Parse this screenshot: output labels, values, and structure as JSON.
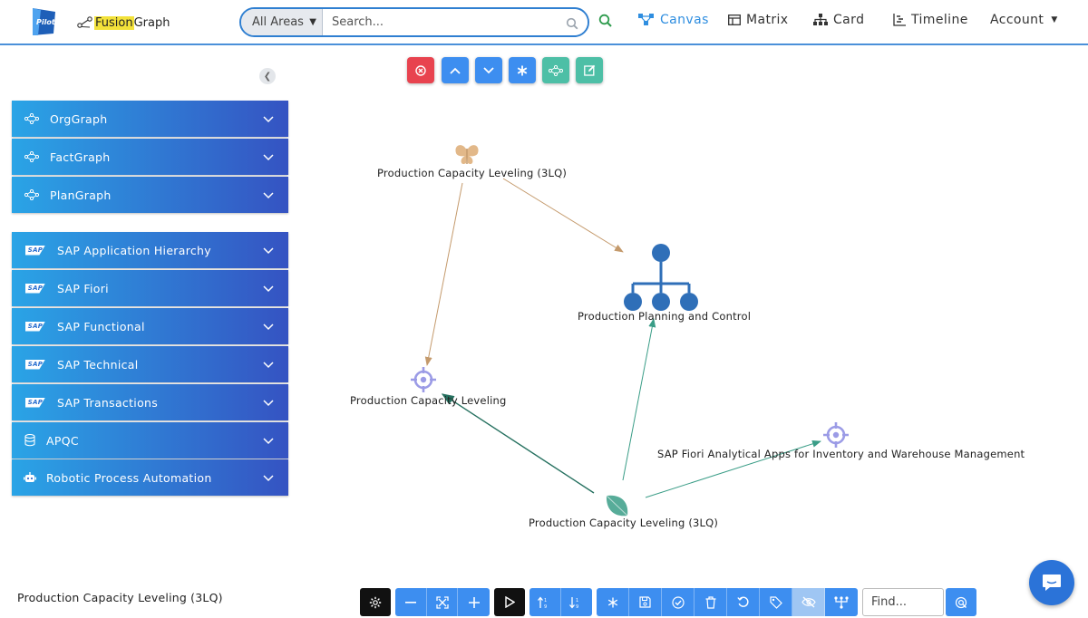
{
  "header": {
    "brand_highlight": "Fusion",
    "brand_rest": "Graph",
    "logo_text": "Pilot",
    "area_select": "All Areas",
    "search_placeholder": "Search...",
    "nav": [
      {
        "label": "Canvas",
        "icon": "canvas-icon",
        "active": true
      },
      {
        "label": "Matrix",
        "icon": "matrix-icon",
        "active": false
      },
      {
        "label": "Card",
        "icon": "card-icon",
        "active": false
      },
      {
        "label": "Timeline",
        "icon": "timeline-icon",
        "active": false
      },
      {
        "label": "Account",
        "icon": "caret-down-icon",
        "active": false
      }
    ]
  },
  "sidebar": {
    "group1": [
      {
        "label": "OrgGraph",
        "icon": "graph-icon"
      },
      {
        "label": "FactGraph",
        "icon": "graph-icon"
      },
      {
        "label": "PlanGraph",
        "icon": "graph-icon"
      }
    ],
    "group2": [
      {
        "label": "SAP Application Hierarchy",
        "icon": "sap-icon"
      },
      {
        "label": "SAP Fiori",
        "icon": "sap-icon"
      },
      {
        "label": "SAP Functional",
        "icon": "sap-icon"
      },
      {
        "label": "SAP Technical",
        "icon": "sap-icon"
      },
      {
        "label": "SAP Transactions",
        "icon": "sap-icon"
      },
      {
        "label": "APQC",
        "icon": "database-icon"
      },
      {
        "label": "Robotic Process Automation",
        "icon": "robot-icon"
      }
    ],
    "sap_badge_text": "SAP"
  },
  "graph": {
    "nodes": [
      {
        "id": "n1",
        "label": "Production Capacity Leveling (3LQ)",
        "icon": "butterfly-icon"
      },
      {
        "id": "n2",
        "label": "Production Planning and Control",
        "icon": "hierarchy-icon"
      },
      {
        "id": "n3",
        "label": "Production Capacity Leveling",
        "icon": "crosshair-icon"
      },
      {
        "id": "n4",
        "label": "SAP Fiori Analytical Apps for Inventory and Warehouse Management",
        "icon": "crosshair-icon"
      },
      {
        "id": "n5",
        "label": "Production Capacity Leveling (3LQ)",
        "icon": "leaf-icon"
      }
    ]
  },
  "footer": {
    "status": "Production Capacity Leveling (3LQ)",
    "find_placeholder": "Find..."
  },
  "colors": {
    "accent": "#3d8ef0",
    "edge_brown": "#c49a6c",
    "edge_teal": "#3a9d87",
    "hierarchy_blue": "#2f6fb8",
    "crosshair_purple": "#9b9be6"
  }
}
